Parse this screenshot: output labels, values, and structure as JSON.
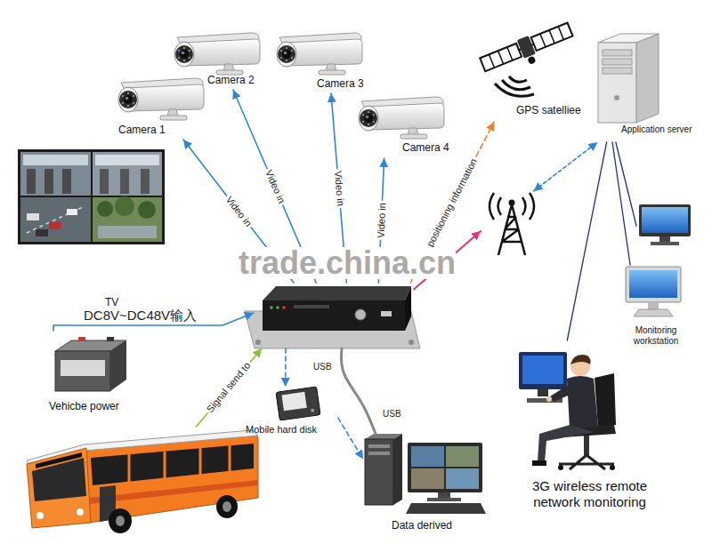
{
  "diagram": {
    "nodes": [
      {
        "text": [
          "Camera 1"
        ]
      },
      {
        "text": [
          "Camera 2"
        ]
      },
      {
        "text": [
          "Camera 3"
        ]
      },
      {
        "text": [
          "Camera 4"
        ]
      },
      {
        "text": [
          "TV"
        ]
      },
      {
        "text": []
      },
      {
        "text": [
          "Vehicbe power"
        ]
      },
      {
        "text": []
      },
      {
        "text": [
          "Mobile hard disk"
        ]
      },
      {
        "text": [
          "Data derived"
        ]
      },
      {
        "text": [
          "GPS satelliee"
        ]
      },
      {
        "text": []
      },
      {
        "text": [
          "Application server"
        ]
      },
      {
        "text": []
      },
      {
        "text": [
          "Monitoring workstation"
        ]
      },
      {
        "text": [
          "3G wireless remote network monitoring"
        ]
      }
    ],
    "edges": [
      {
        "from": 5,
        "to": 0,
        "arrow": "to",
        "label": "Video in"
      },
      {
        "from": 5,
        "to": 1,
        "arrow": "to",
        "label": "Video in"
      },
      {
        "from": 5,
        "to": 2,
        "arrow": "to",
        "label": "Video in"
      },
      {
        "from": 5,
        "to": 3,
        "arrow": "to",
        "label": "Video in"
      },
      {
        "from": 6,
        "to": 5,
        "arrow": "to",
        "label": "DC8V~DC48V输入"
      },
      {
        "from": 7,
        "to": 5,
        "arrow": "to",
        "label": "Signal send to"
      },
      {
        "from": 5,
        "to": 8,
        "arrow": "to"
      },
      {
        "from": 8,
        "to": 9,
        "arrow": "to"
      },
      {
        "from": 5,
        "to": 9,
        "arrow": "none"
      },
      {
        "from": 5,
        "to": 10,
        "arrow": "to",
        "label": "positioning information"
      },
      {
        "from": 5,
        "to": 11,
        "arrow": "to"
      },
      {
        "from": 11,
        "to": 12,
        "arrow": "both"
      },
      {
        "from": 12,
        "to": 13,
        "arrow": "none"
      },
      {
        "from": 12,
        "to": 14,
        "arrow": "none"
      },
      {
        "from": 12,
        "to": 15,
        "arrow": "none"
      }
    ],
    "labels": [
      "trade.china.cn",
      "USB",
      "USB"
    ]
  }
}
